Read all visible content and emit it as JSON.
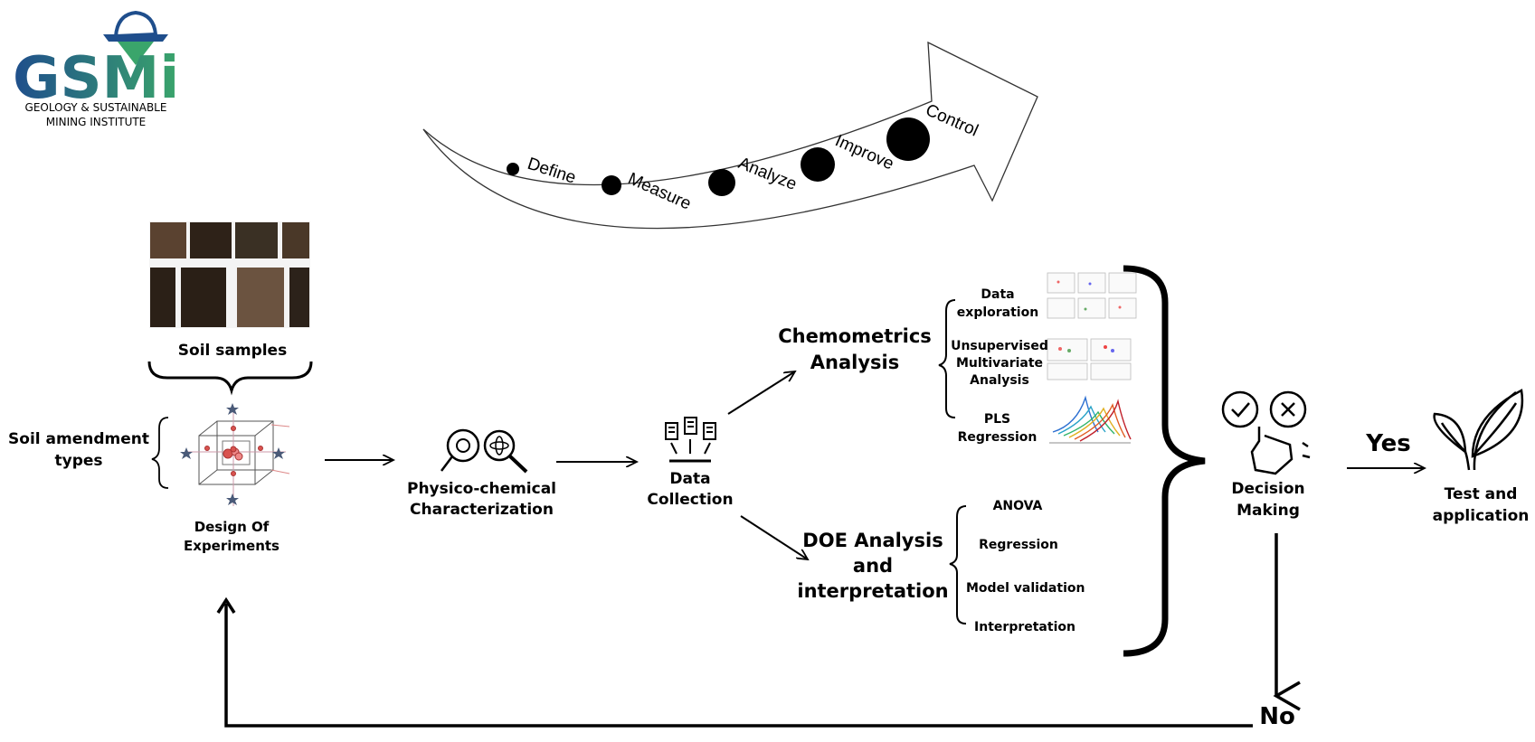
{
  "logo": {
    "letters": "GSMi",
    "line1": "GEOLOGY & SUSTAINABLE",
    "line2": "MINING INSTITUTE"
  },
  "dmaic": {
    "steps": [
      "Define",
      "Measure",
      "Analyze",
      "Improve",
      "Control"
    ]
  },
  "soil_samples": {
    "label": "Soil samples"
  },
  "soil_amendment": {
    "line1": "Soil amendment",
    "line2": "types"
  },
  "doe": {
    "line1": "Design Of",
    "line2": "Experiments"
  },
  "physico": {
    "line1": "Physico-chemical",
    "line2": "Characterization"
  },
  "data_collection": {
    "line1": "Data",
    "line2": "Collection"
  },
  "chemometrics": {
    "line1": "Chemometrics",
    "line2": "Analysis",
    "items": [
      {
        "line1": "Data",
        "line2": "exploration"
      },
      {
        "line1": "Unsupervised",
        "line2": "Multivariate",
        "line3": "Analysis"
      },
      {
        "line1": "PLS",
        "line2": "Regression"
      }
    ]
  },
  "doe_analysis": {
    "line1": "DOE Analysis",
    "line2": "and",
    "line3": "interpretation",
    "items": [
      "ANOVA",
      "Regression",
      "Model validation",
      "Interpretation"
    ]
  },
  "decision": {
    "line1": "Decision",
    "line2": "Making"
  },
  "yes_label": "Yes",
  "no_label": "No",
  "test": {
    "line1": "Test and",
    "line2": "application"
  },
  "colors": {
    "logo_blue": "#1f4e8c",
    "logo_green": "#3aa56b",
    "soil_dark": "#3b2a1c",
    "star": "#4a5a78",
    "dot_red": "#d9534f"
  }
}
